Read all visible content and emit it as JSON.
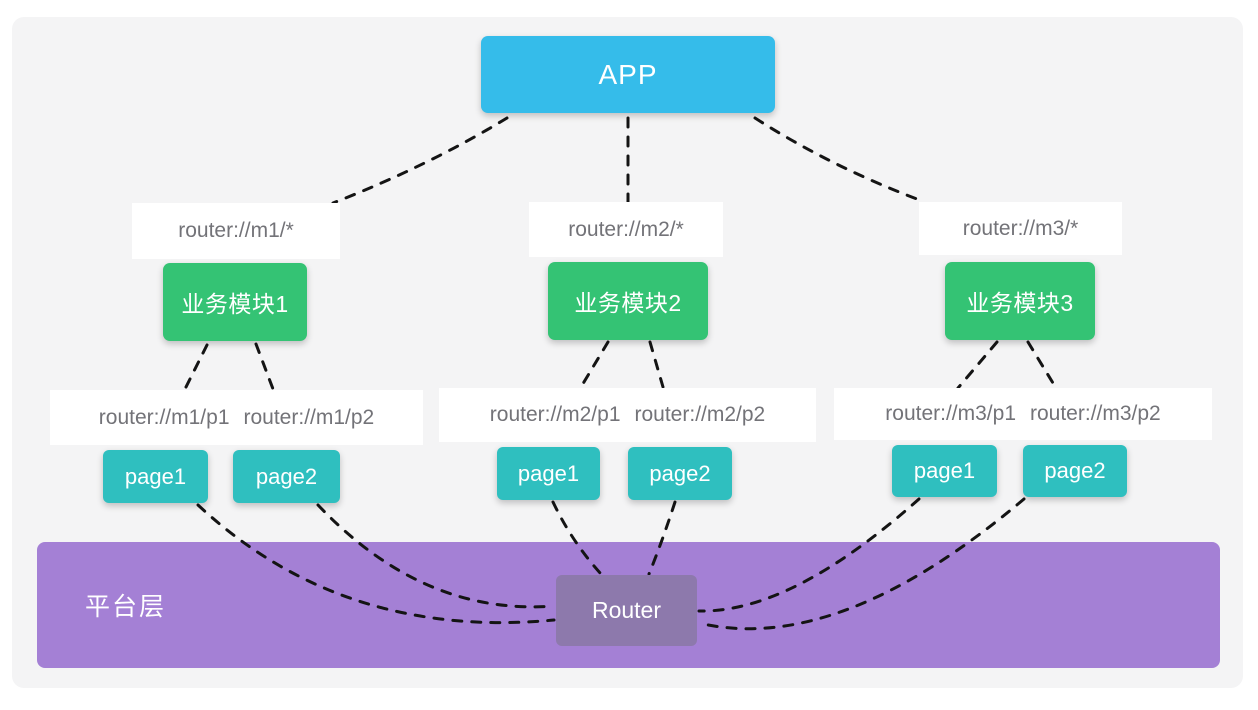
{
  "app_node": {
    "label": "APP"
  },
  "modules": [
    {
      "name": "业务模块1",
      "route": "router://m1/*",
      "pages": [
        {
          "label": "page1",
          "route": "router://m1/p1"
        },
        {
          "label": "page2",
          "route": "router://m1/p2"
        }
      ]
    },
    {
      "name": "业务模块2",
      "route": "router://m2/*",
      "pages": [
        {
          "label": "page1",
          "route": "router://m2/p1"
        },
        {
          "label": "page2",
          "route": "router://m2/p2"
        }
      ]
    },
    {
      "name": "业务模块3",
      "route": "router://m3/*",
      "pages": [
        {
          "label": "page1",
          "route": "router://m3/p1"
        },
        {
          "label": "page2",
          "route": "router://m3/p2"
        }
      ]
    }
  ],
  "platform": {
    "label": "平台层"
  },
  "router_node": {
    "label": "Router"
  },
  "colors": {
    "app": "#35bcea",
    "module": "#34c374",
    "page": "#2fbfbf",
    "platform": "#a480d5",
    "router": "#8d79ac",
    "route_label_text": "#737378",
    "connector": "#141414",
    "panel_bg": "#f4f4f5"
  }
}
